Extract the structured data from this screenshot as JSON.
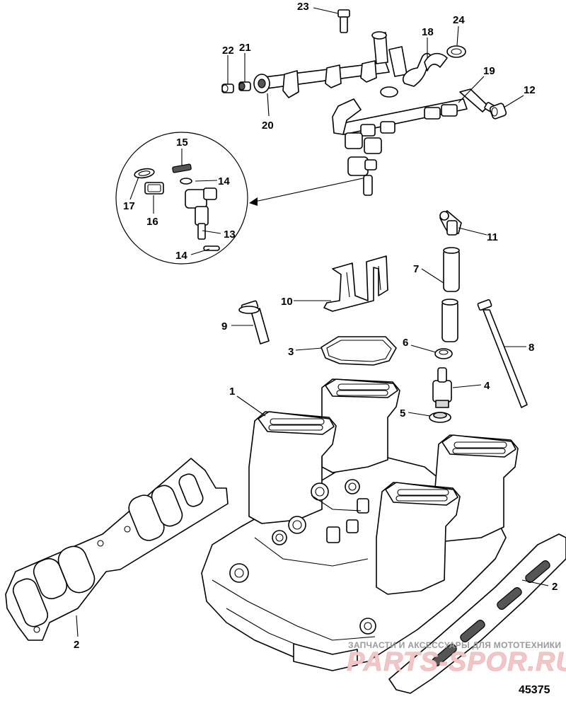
{
  "callouts": {
    "c1": "1",
    "c2a": "2",
    "c2b": "2",
    "c3": "3",
    "c4": "4",
    "c5": "5",
    "c6": "6",
    "c7": "7",
    "c8": "8",
    "c9": "9",
    "c10": "10",
    "c11": "11",
    "c12": "12",
    "c13": "13",
    "c14a": "14",
    "c14b": "14",
    "c15": "15",
    "c16": "16",
    "c17": "17",
    "c18": "18",
    "c19": "19",
    "c20": "20",
    "c21": "21",
    "c22": "22",
    "c23": "23",
    "c24": "24"
  },
  "watermark": {
    "caption": "ЗАПЧАСТИ И АКСЕССУАРЫ ДЛЯ МОТОТЕХНИКИ",
    "brand": "PARTS-SPOR.RU"
  },
  "figure_number": "45375",
  "colors": {
    "line": "#000000",
    "background": "#ffffff",
    "watermark_brand": "#f2c6c6",
    "watermark_text": "#9a9a9a"
  }
}
